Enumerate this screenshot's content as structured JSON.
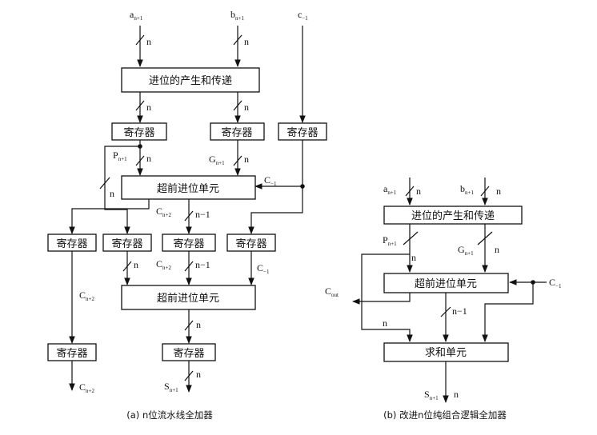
{
  "left": {
    "inputs": {
      "a": {
        "base": "a",
        "sub": "n+1"
      },
      "b": {
        "base": "b",
        "sub": "n+1"
      },
      "c": {
        "base": "c",
        "sub": "−1"
      }
    },
    "boxes": {
      "carry_gen": "进位的产生和传递",
      "reg1": "寄存器",
      "reg2": "寄存器",
      "reg3": "寄存器",
      "lookahead1": "超前进位单元",
      "reg4": "寄存器",
      "reg5": "寄存器",
      "reg6": "寄存器",
      "reg7": "寄存器",
      "lookahead2": "超前进位单元",
      "reg8": "寄存器",
      "reg9": "寄存器"
    },
    "labels": {
      "n_a": "n",
      "n_b": "n",
      "n_mid1": "n",
      "n_mid2": "n",
      "p": {
        "base": "P",
        "sub": "n+1"
      },
      "n_p": "n",
      "g": {
        "base": "G",
        "sub": "n+1"
      },
      "n_g": "n",
      "n_cross": "n",
      "cm1_a": {
        "base": "C",
        "sub": "−1"
      },
      "cn2_a": {
        "base": "C",
        "sub": "n+2"
      },
      "nm1_a": "n−1",
      "n_r5": "n",
      "cn2_b": {
        "base": "C",
        "sub": "n+2"
      },
      "nm1_b": "n−1",
      "cm1_b": {
        "base": "C",
        "sub": "−1"
      },
      "cn2_c": {
        "base": "C",
        "sub": "n+2"
      },
      "n_out": "n",
      "n_s": "n",
      "s": {
        "base": "S",
        "sub": "n+1"
      },
      "cn2_d": {
        "base": "C",
        "sub": "n+2"
      }
    },
    "caption": "(a) n位流水线全加器"
  },
  "right": {
    "inputs": {
      "a": {
        "base": "a",
        "sub": "n+1"
      },
      "n_a": "n",
      "b": {
        "base": "b",
        "sub": "n+1"
      },
      "n_b": "n"
    },
    "boxes": {
      "carry_gen": "进位的产生和传递",
      "lookahead": "超前进位单元",
      "sum": "求和单元"
    },
    "labels": {
      "p": {
        "base": "P",
        "sub": "n+1"
      },
      "n_p": "n",
      "g": {
        "base": "G",
        "sub": "n+1"
      },
      "n_g": "n",
      "cout": {
        "base": "C",
        "sub": "out"
      },
      "cm1": {
        "base": "C",
        "sub": "−1"
      },
      "nm1": "n−1",
      "n_sum": "n",
      "s": {
        "base": "S",
        "sub": "n+1"
      },
      "n_s": "n"
    },
    "caption": "(b) 改进n位纯组合逻辑全加器"
  },
  "colors": {
    "ink": "#111111",
    "paper": "#ffffff"
  }
}
